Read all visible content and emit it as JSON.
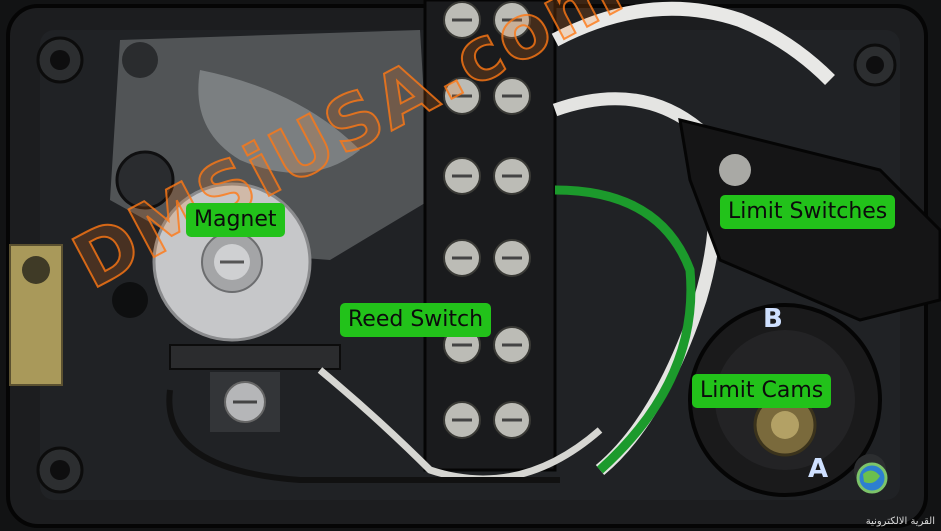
{
  "labels": {
    "magnet": "Magnet",
    "reed_switch": "Reed Switch",
    "limit_switches": "Limit Switches",
    "limit_cams": "Limit Cams"
  },
  "markers": {
    "b": "B",
    "a": "A"
  },
  "watermark": "DMSiUSA.com",
  "logo": {
    "text": "القرية الالكترونية"
  },
  "colors": {
    "label_bg": "#22c21a",
    "watermark": "#ff7a14",
    "housing": "#1c1d1f"
  }
}
